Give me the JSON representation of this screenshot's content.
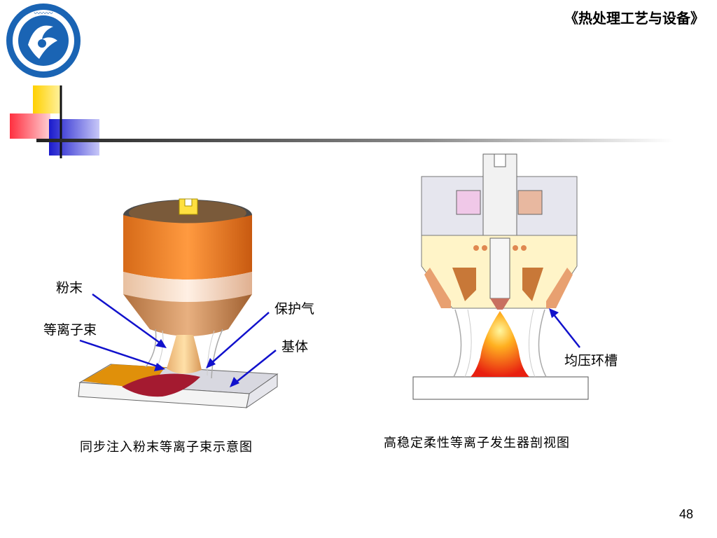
{
  "header": {
    "course_title": "《热处理工艺与设备》"
  },
  "figure_left": {
    "labels": {
      "powder": "粉末",
      "plasma_beam": "等离子束",
      "shield_gas": "保护气",
      "substrate": "基体"
    },
    "caption": "同步注入粉末等离子束示意图"
  },
  "figure_right": {
    "labels": {
      "pressure_ring": "均压环槽"
    },
    "caption": "高稳定柔性等离子发生器剖视图"
  },
  "footer": {
    "page_number": "48"
  },
  "colors": {
    "accent_blue": "#1a1acc",
    "accent_yellow": "#ffcc00",
    "accent_red": "#ff3344",
    "arrow_blue": "#1111cc"
  }
}
